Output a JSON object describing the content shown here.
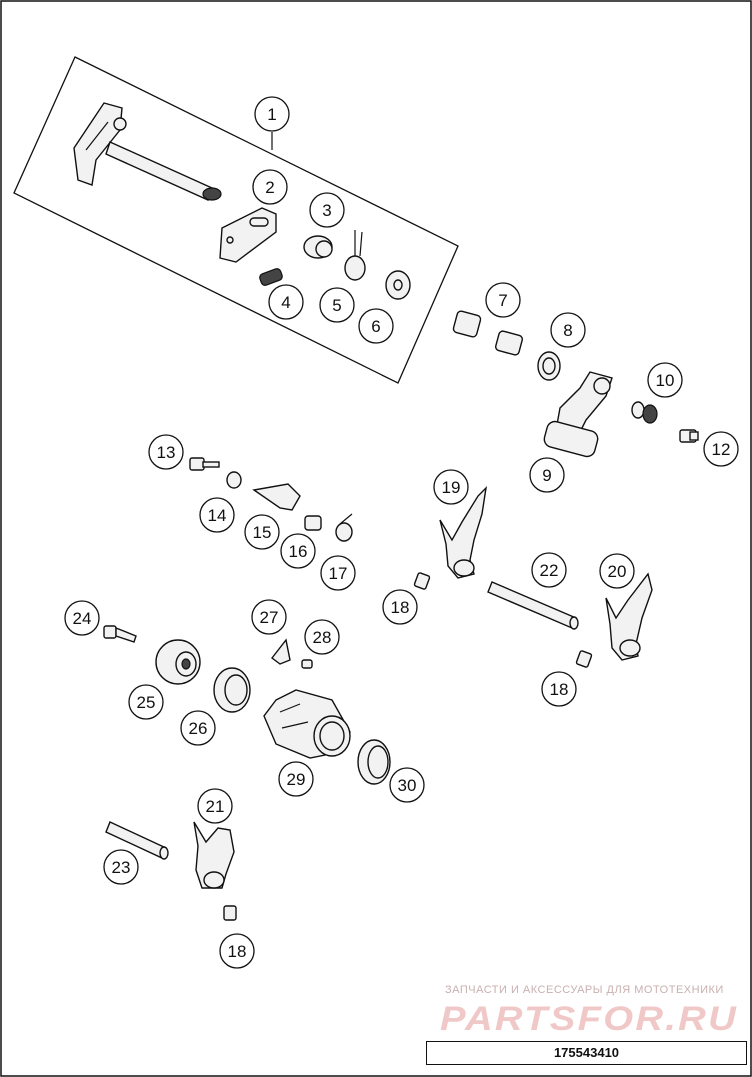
{
  "callouts": [
    {
      "label": "1"
    },
    {
      "label": "2"
    },
    {
      "label": "3"
    },
    {
      "label": "4"
    },
    {
      "label": "5"
    },
    {
      "label": "6"
    },
    {
      "label": "7"
    },
    {
      "label": "8"
    },
    {
      "label": "9"
    },
    {
      "label": "10"
    },
    {
      "label": "12"
    },
    {
      "label": "13"
    },
    {
      "label": "14"
    },
    {
      "label": "15"
    },
    {
      "label": "16"
    },
    {
      "label": "17"
    },
    {
      "label": "19"
    },
    {
      "label": "22"
    },
    {
      "label": "20"
    },
    {
      "label": "18"
    },
    {
      "label": "18"
    },
    {
      "label": "24"
    },
    {
      "label": "27"
    },
    {
      "label": "28"
    },
    {
      "label": "25"
    },
    {
      "label": "26"
    },
    {
      "label": "29"
    },
    {
      "label": "30"
    },
    {
      "label": "21"
    },
    {
      "label": "23"
    },
    {
      "label": "18"
    }
  ],
  "watermark": {
    "tagline": "ЗАПЧАСТИ И АКСЕССУАРЫ ДЛЯ МОТОТЕХНИКИ",
    "brand": "PARTSFOR.RU"
  },
  "diagram_code": "175543410"
}
